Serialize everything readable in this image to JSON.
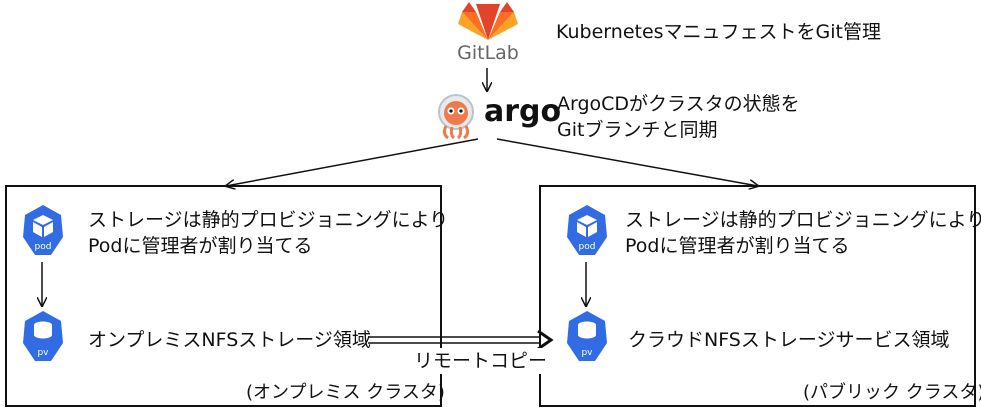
{
  "gitlab": {
    "wordmark": "GitLab",
    "description": "KubernetesマニュフェストをGit管理"
  },
  "argo": {
    "wordmark": "argo",
    "description_line1": "ArgoCDがクラスタの状態を",
    "description_line2": "Gitブランチと同期"
  },
  "onprem": {
    "caption": "(オンプレミス クラスタ)",
    "pod_text_line1": "ストレージは静的プロビジョニングにより",
    "pod_text_line2": "Podに管理者が割り当てる",
    "pod_icon_label": "pod",
    "pv_text": "オンプレミスNFSストレージ領域",
    "pv_icon_label": "pv"
  },
  "public": {
    "caption": "(パブリック クラスタ)",
    "pod_text_line1": "ストレージは静的プロビジョニングにより",
    "pod_text_line2": "Podに管理者が割り当てる",
    "pod_icon_label": "pod",
    "pv_text": "クラウドNFSストレージサービス領域",
    "pv_icon_label": "pv"
  },
  "remote_copy_label": "リモートコピー",
  "colors": {
    "k8s_blue": "#326ce5",
    "gitlab_orange": "#fc6d26",
    "gitlab_red": "#e24329",
    "gitlab_light": "#fca326",
    "argo_orange": "#ef7b4d",
    "line": "#111111"
  }
}
